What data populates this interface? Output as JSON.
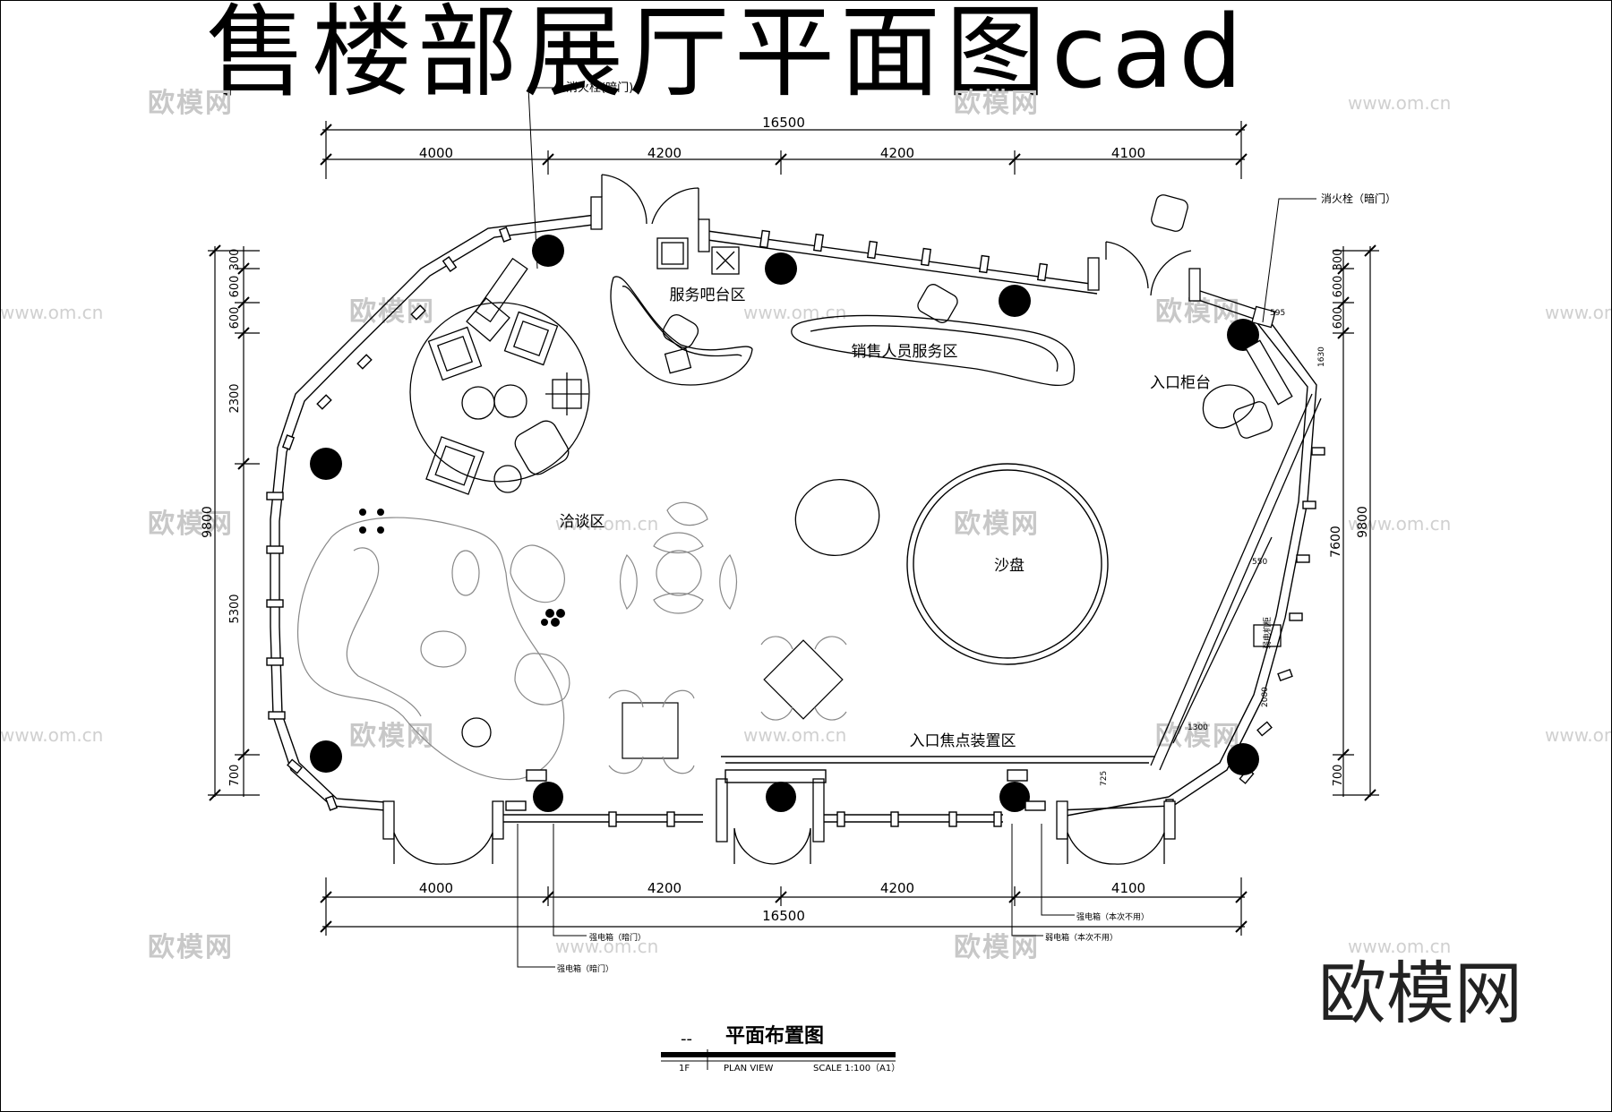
{
  "title": "售楼部展厅平面图cad",
  "brand": "欧模网",
  "watermark": {
    "text": "欧模网",
    "url": "www.om.cn"
  },
  "dimensions": {
    "top_total": "16500",
    "top_segments": [
      "4000",
      "4200",
      "4200",
      "4100"
    ],
    "bottom_total": "16500",
    "bottom_segments": [
      "4000",
      "4200",
      "4200",
      "4100"
    ],
    "left_total": "9800",
    "left_segments": [
      "300",
      "600",
      "600",
      "2300",
      "5300",
      "700"
    ],
    "right_total": "9800",
    "right_inner": "7600",
    "right_segments": [
      "300",
      "600",
      "600",
      "700"
    ],
    "small": [
      "595",
      "1630",
      "550",
      "2080",
      "1300",
      "725"
    ]
  },
  "zones": {
    "bar": "服务吧台区",
    "sales": "销售人员服务区",
    "reception": "入口柜台",
    "negotiation": "洽谈区",
    "sandtable": "沙盘",
    "focal": "入口焦点装置区",
    "electric_cabinet": "弱电机柜"
  },
  "annotations": {
    "hydrant_left": "消火栓(暗门)",
    "hydrant_right": "消火栓（暗门）",
    "box1": "强电箱（暗门）",
    "box2": "强电箱（暗门）",
    "box3": "弱电箱（本次不用）",
    "box4": "强电箱（本次不用）"
  },
  "footer": {
    "dash": "--",
    "title": "平面布置图",
    "floor": "1F",
    "view": "PLAN VIEW",
    "scale": "SCALE 1:100（A1）"
  }
}
